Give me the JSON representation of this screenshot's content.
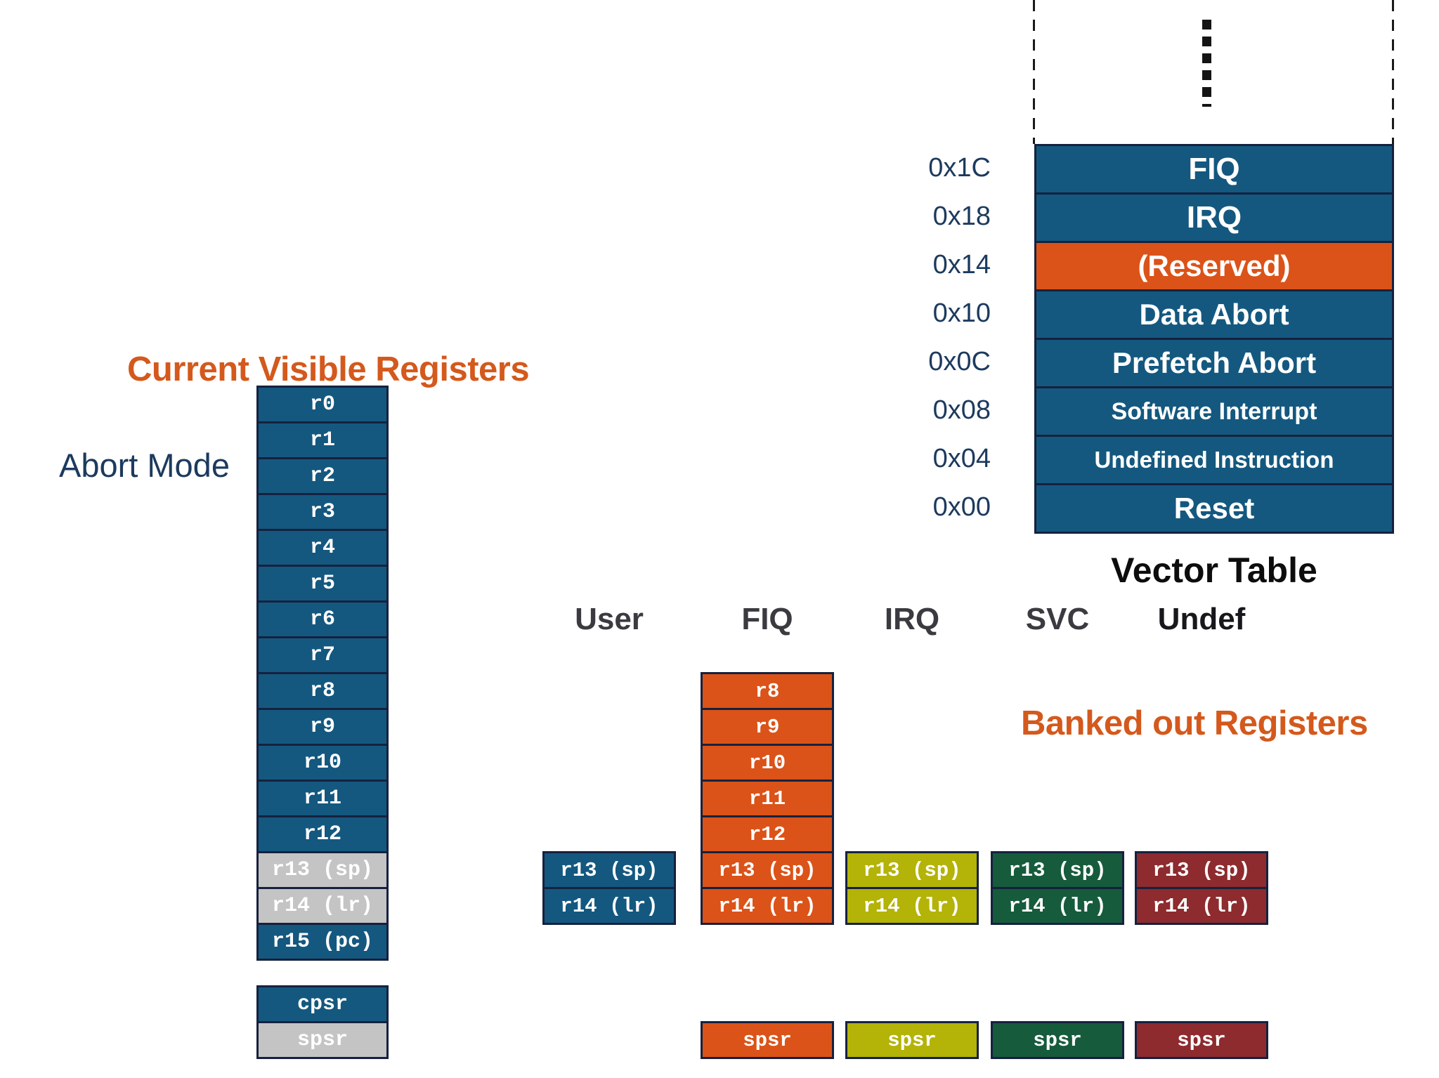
{
  "titles": {
    "current": "Current Visible Registers",
    "banked": "Banked out Registers",
    "vector": "Vector Table",
    "mode": "Abort Mode"
  },
  "main_registers": {
    "cells": [
      "r0",
      "r1",
      "r2",
      "r3",
      "r4",
      "r5",
      "r6",
      "r7",
      "r8",
      "r9",
      "r10",
      "r11",
      "r12",
      "r13 (sp)",
      "r14 (lr)",
      "r15 (pc)"
    ],
    "status": [
      "cpsr",
      "spsr"
    ]
  },
  "vector_table": {
    "rows": [
      {
        "address": "0x1C",
        "label": "FIQ"
      },
      {
        "address": "0x18",
        "label": "IRQ"
      },
      {
        "address": "0x14",
        "label": "(Reserved)"
      },
      {
        "address": "0x10",
        "label": "Data Abort"
      },
      {
        "address": "0x0C",
        "label": "Prefetch Abort"
      },
      {
        "address": "0x08",
        "label": "Software Interrupt"
      },
      {
        "address": "0x04",
        "label": "Undefined Instruction"
      },
      {
        "address": "0x00",
        "label": "Reset"
      }
    ]
  },
  "banked": {
    "headers": [
      "User",
      "FIQ",
      "IRQ",
      "SVC",
      "Undef"
    ],
    "fiq_high": [
      "r8",
      "r9",
      "r10",
      "r11",
      "r12"
    ],
    "low_cells": [
      "r13 (sp)",
      "r14 (lr)"
    ],
    "spsr_label": "spsr"
  },
  "colors": {
    "blue": "#14587F",
    "orange": "#DB5318",
    "olive": "#B4B308",
    "green": "#165B3C",
    "maroon": "#8D2B2E",
    "gray": "#C4C4C4",
    "border": "#16213F",
    "navy": "#1C3A5E",
    "accent": "#D4591C",
    "header_gray": "#3A3A40",
    "header_dark": "#17171C",
    "black": "#0D0D0D"
  }
}
